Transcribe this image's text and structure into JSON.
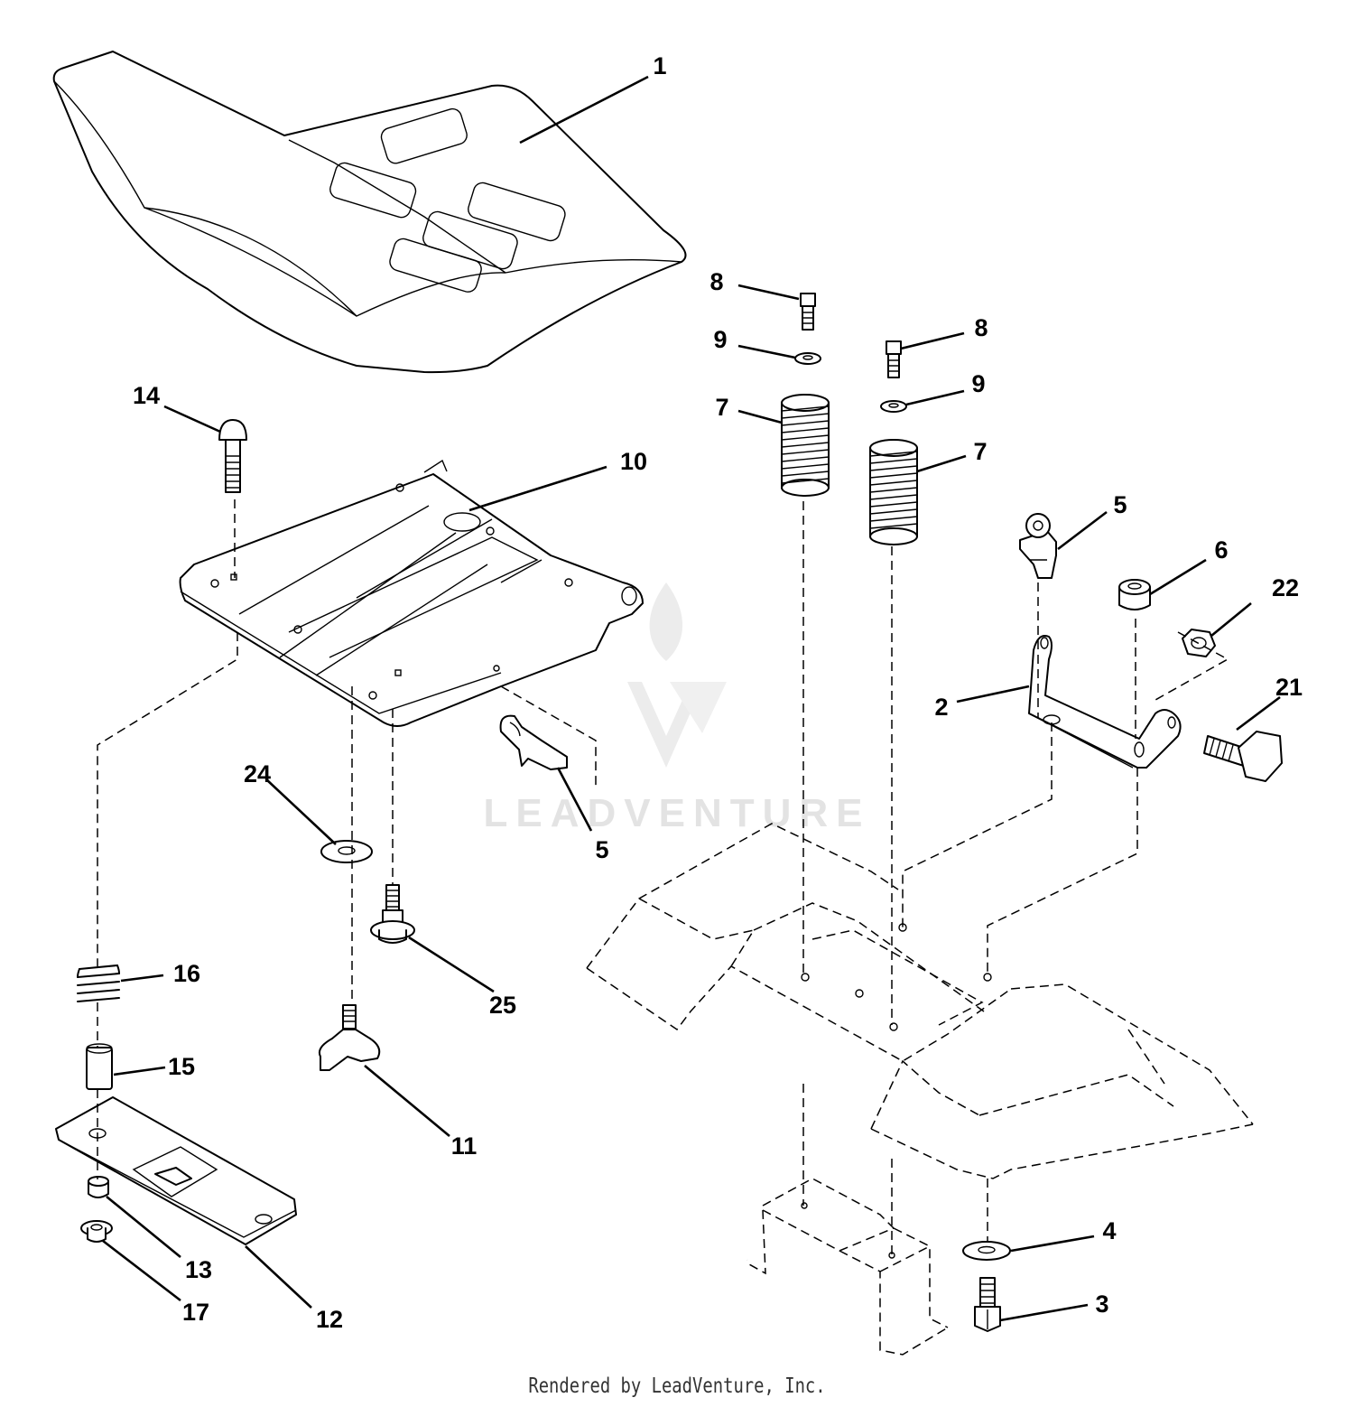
{
  "watermark": {
    "text": "LEADVENTURE",
    "color": "#e3e3e3"
  },
  "footer": {
    "text": "Rendered by LeadVenture, Inc."
  },
  "callouts": [
    {
      "id": "c1",
      "label": "1"
    },
    {
      "id": "c2",
      "label": "2"
    },
    {
      "id": "c3",
      "label": "3"
    },
    {
      "id": "c4",
      "label": "4"
    },
    {
      "id": "c5a",
      "label": "5"
    },
    {
      "id": "c5b",
      "label": "5"
    },
    {
      "id": "c6",
      "label": "6"
    },
    {
      "id": "c7a",
      "label": "7"
    },
    {
      "id": "c7b",
      "label": "7"
    },
    {
      "id": "c8a",
      "label": "8"
    },
    {
      "id": "c8b",
      "label": "8"
    },
    {
      "id": "c9a",
      "label": "9"
    },
    {
      "id": "c9b",
      "label": "9"
    },
    {
      "id": "c10",
      "label": "10"
    },
    {
      "id": "c11",
      "label": "11"
    },
    {
      "id": "c12",
      "label": "12"
    },
    {
      "id": "c13",
      "label": "13"
    },
    {
      "id": "c14",
      "label": "14"
    },
    {
      "id": "c15",
      "label": "15"
    },
    {
      "id": "c16",
      "label": "16"
    },
    {
      "id": "c17",
      "label": "17"
    },
    {
      "id": "c21",
      "label": "21"
    },
    {
      "id": "c22",
      "label": "22"
    },
    {
      "id": "c24",
      "label": "24"
    },
    {
      "id": "c25",
      "label": "25"
    }
  ]
}
